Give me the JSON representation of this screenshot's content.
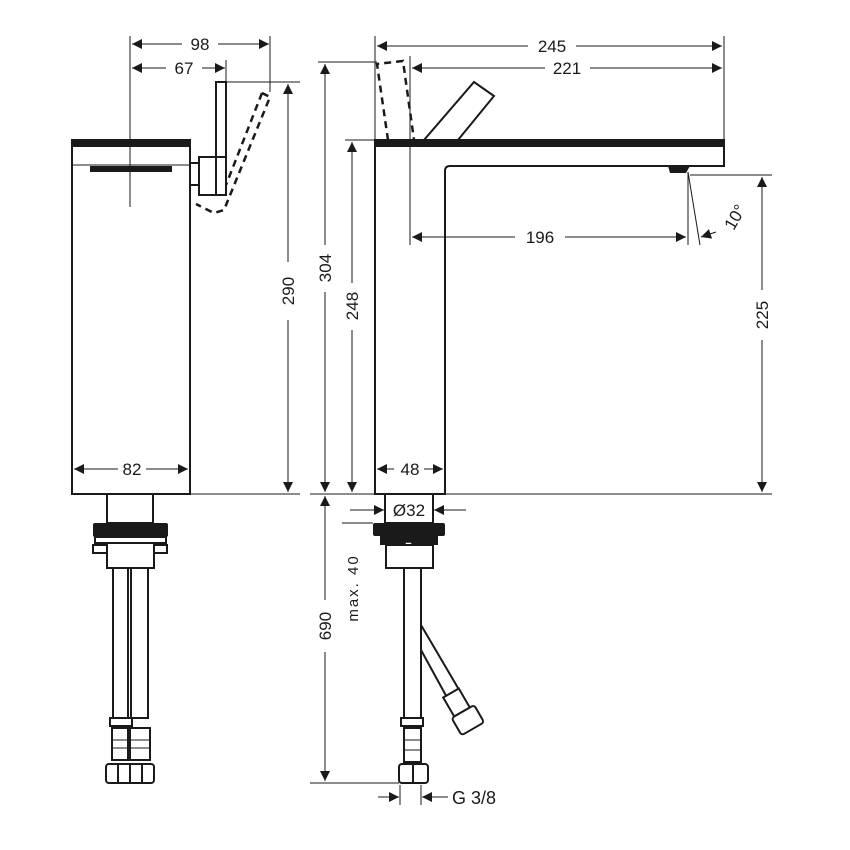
{
  "drawing": {
    "side_view": {
      "dimensions": {
        "lever_swing_depth": "98",
        "lever_depth": "67",
        "total_height": "290",
        "body_width": "82"
      }
    },
    "front_view": {
      "dimensions": {
        "total_length": "245",
        "spout_length": "221",
        "spout_reach": "196",
        "spray_angle": "10°",
        "total_height": "304",
        "body_height": "248",
        "outlet_height": "225",
        "body_width": "48",
        "shank_diameter": "Ø32",
        "max_deck_thickness": "max. 40",
        "hose_length": "690",
        "connection_thread": "G 3/8"
      }
    },
    "line_color": "#1a1a1a"
  }
}
